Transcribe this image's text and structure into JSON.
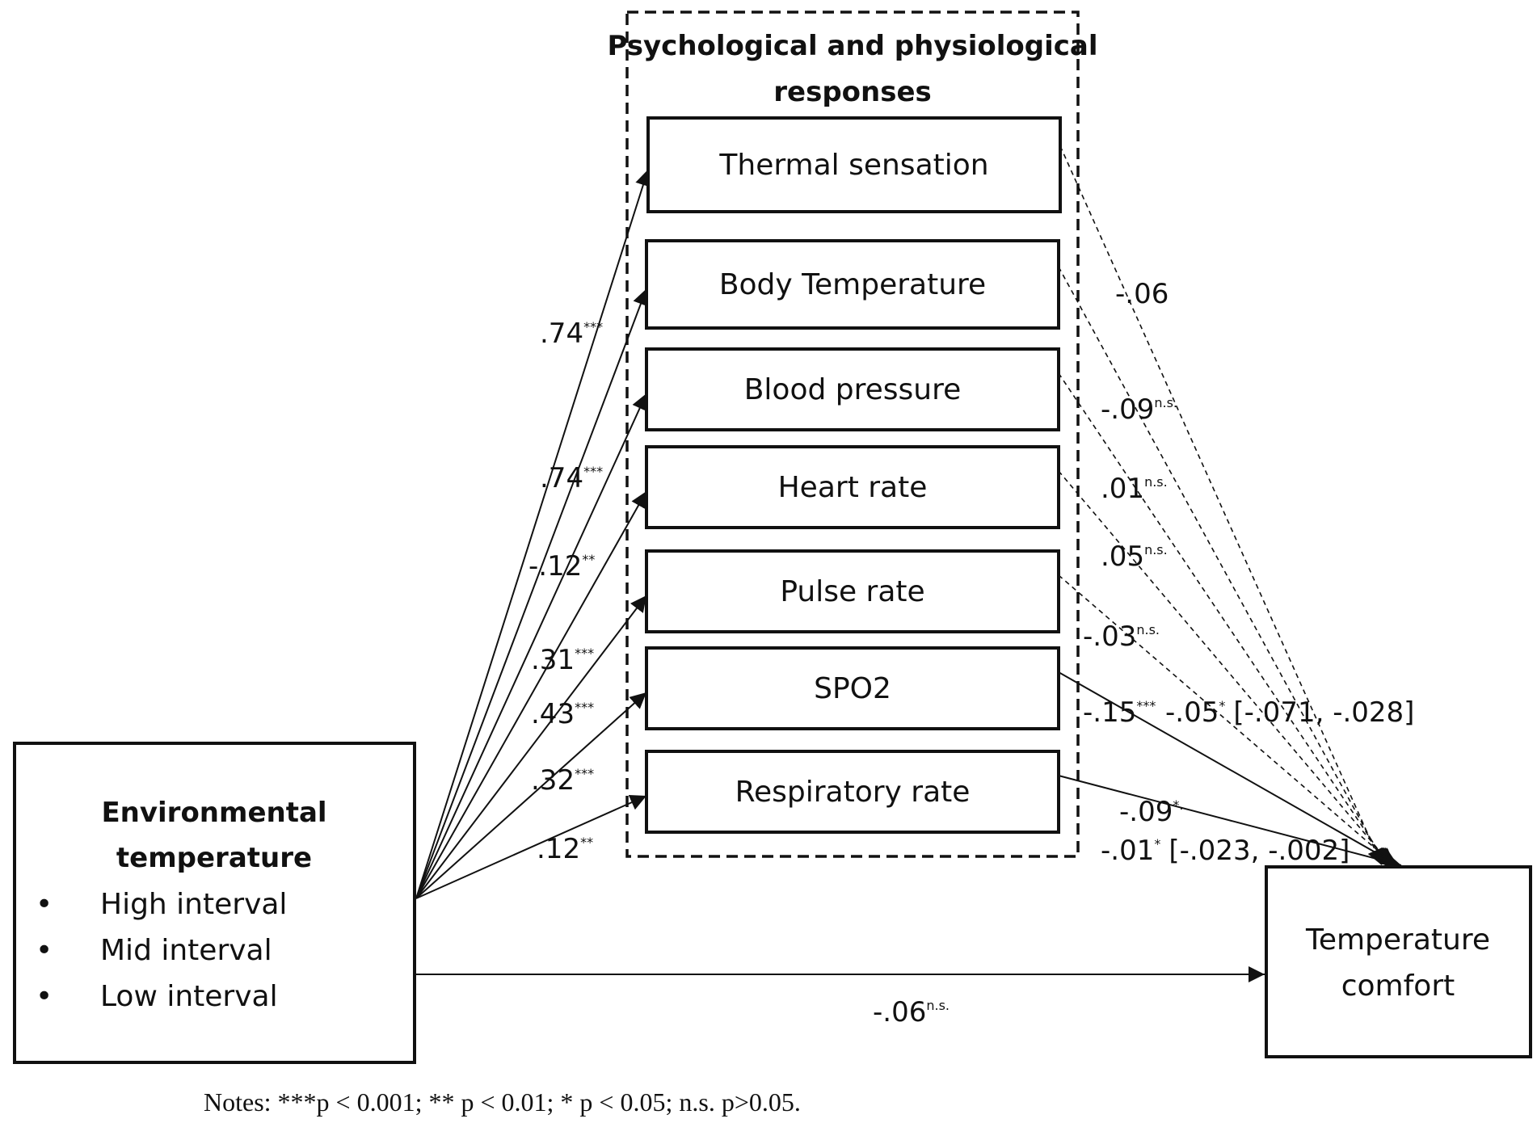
{
  "group_title": {
    "line1": "Psychological and physiological",
    "line2": "responses"
  },
  "mediators": [
    {
      "id": "thermal",
      "label": "Thermal sensation",
      "a": ".74",
      "a_sig": "***",
      "b": "-.06",
      "b_sig": ""
    },
    {
      "id": "body-temp",
      "label": "Body Temperature",
      "a": ".74",
      "a_sig": "***",
      "b": "-.09",
      "b_sig": "n.s."
    },
    {
      "id": "blood-pressure",
      "label": "Blood pressure",
      "a": "-.12",
      "a_sig": "**",
      "b": ".01",
      "b_sig": "n.s."
    },
    {
      "id": "heart-rate",
      "label": "Heart rate",
      "a": ".31",
      "a_sig": "***",
      "b": ".05",
      "b_sig": "n.s."
    },
    {
      "id": "pulse-rate",
      "label": "Pulse rate",
      "a": ".43",
      "a_sig": "***",
      "b": "-.03",
      "b_sig": "n.s."
    },
    {
      "id": "spo2",
      "label": "SPO2",
      "a": ".32",
      "a_sig": "***",
      "b": "-.15",
      "b_sig": "***"
    },
    {
      "id": "respiratory",
      "label": "Respiratory rate",
      "a": ".12",
      "a_sig": "**",
      "b": "-.09",
      "b_sig": "*."
    }
  ],
  "indirect_effects": {
    "spo2": {
      "value": "-.05",
      "sig": "*",
      "ci": "[-.071, -.028]"
    },
    "respiratory": {
      "value": "-.01",
      "sig": "*",
      "ci": "[-.023, -.002]"
    }
  },
  "predictor": {
    "title_line1": "Environmental",
    "title_line2": "temperature",
    "bullet": "•",
    "items": [
      "High interval",
      "Mid interval",
      "Low interval"
    ]
  },
  "outcome": {
    "line1": "Temperature",
    "line2": "comfort"
  },
  "direct_effect": {
    "value": "-.06",
    "sig": "n.s."
  },
  "notes": "Notes: ***p < 0.001; ** p < 0.01; * p < 0.05; n.s. p>0.05."
}
